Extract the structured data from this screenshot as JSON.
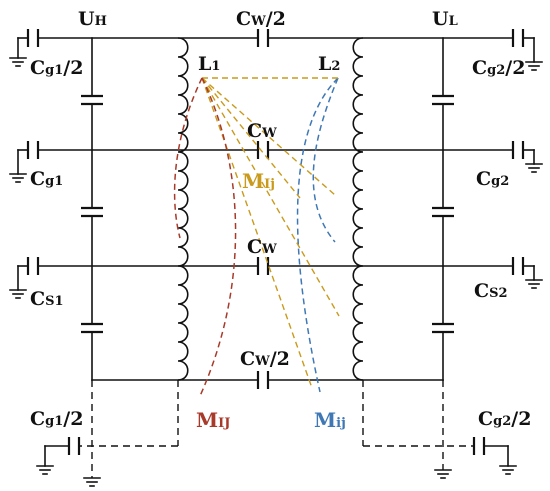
{
  "colors": {
    "ink": "#111111",
    "M_IJ": "#a83a2a",
    "M_Ij": "#c99a1c",
    "M_ij": "#3f78b5"
  },
  "labels": {
    "UH": {
      "main": "U",
      "sub": "H"
    },
    "UL": {
      "main": "U",
      "sub": "L"
    },
    "CW2_top": {
      "main": "C",
      "sub": "W",
      "tail": "/2"
    },
    "CW2_bot": {
      "main": "C",
      "sub": "W",
      "tail": "/2"
    },
    "CW_row1": {
      "main": "C",
      "sub": "W"
    },
    "CW_row2": {
      "main": "C",
      "sub": "W"
    },
    "L1": {
      "main": "L",
      "sub": "1"
    },
    "L2": {
      "main": "L",
      "sub": "2"
    },
    "Cg1_2_top": {
      "main": "C",
      "sub": "g1",
      "tail": "/2"
    },
    "Cg2_2_top": {
      "main": "C",
      "sub": "g2",
      "tail": "/2"
    },
    "Cg1": {
      "main": "C",
      "sub": "g1"
    },
    "Cg2": {
      "main": "C",
      "sub": "g2"
    },
    "CS1": {
      "main": "C",
      "sub": "S1"
    },
    "CS2": {
      "main": "C",
      "sub": "S2"
    },
    "Cg1_2_bot": {
      "main": "C",
      "sub": "g1",
      "tail": "/2"
    },
    "Cg2_2_bot": {
      "main": "C",
      "sub": "g2",
      "tail": "/2"
    },
    "MIj": {
      "main": "M",
      "sub": "Ij"
    },
    "MIJ": {
      "main": "M",
      "sub": "IJ"
    },
    "Mij": {
      "main": "M",
      "sub": "ij"
    }
  }
}
